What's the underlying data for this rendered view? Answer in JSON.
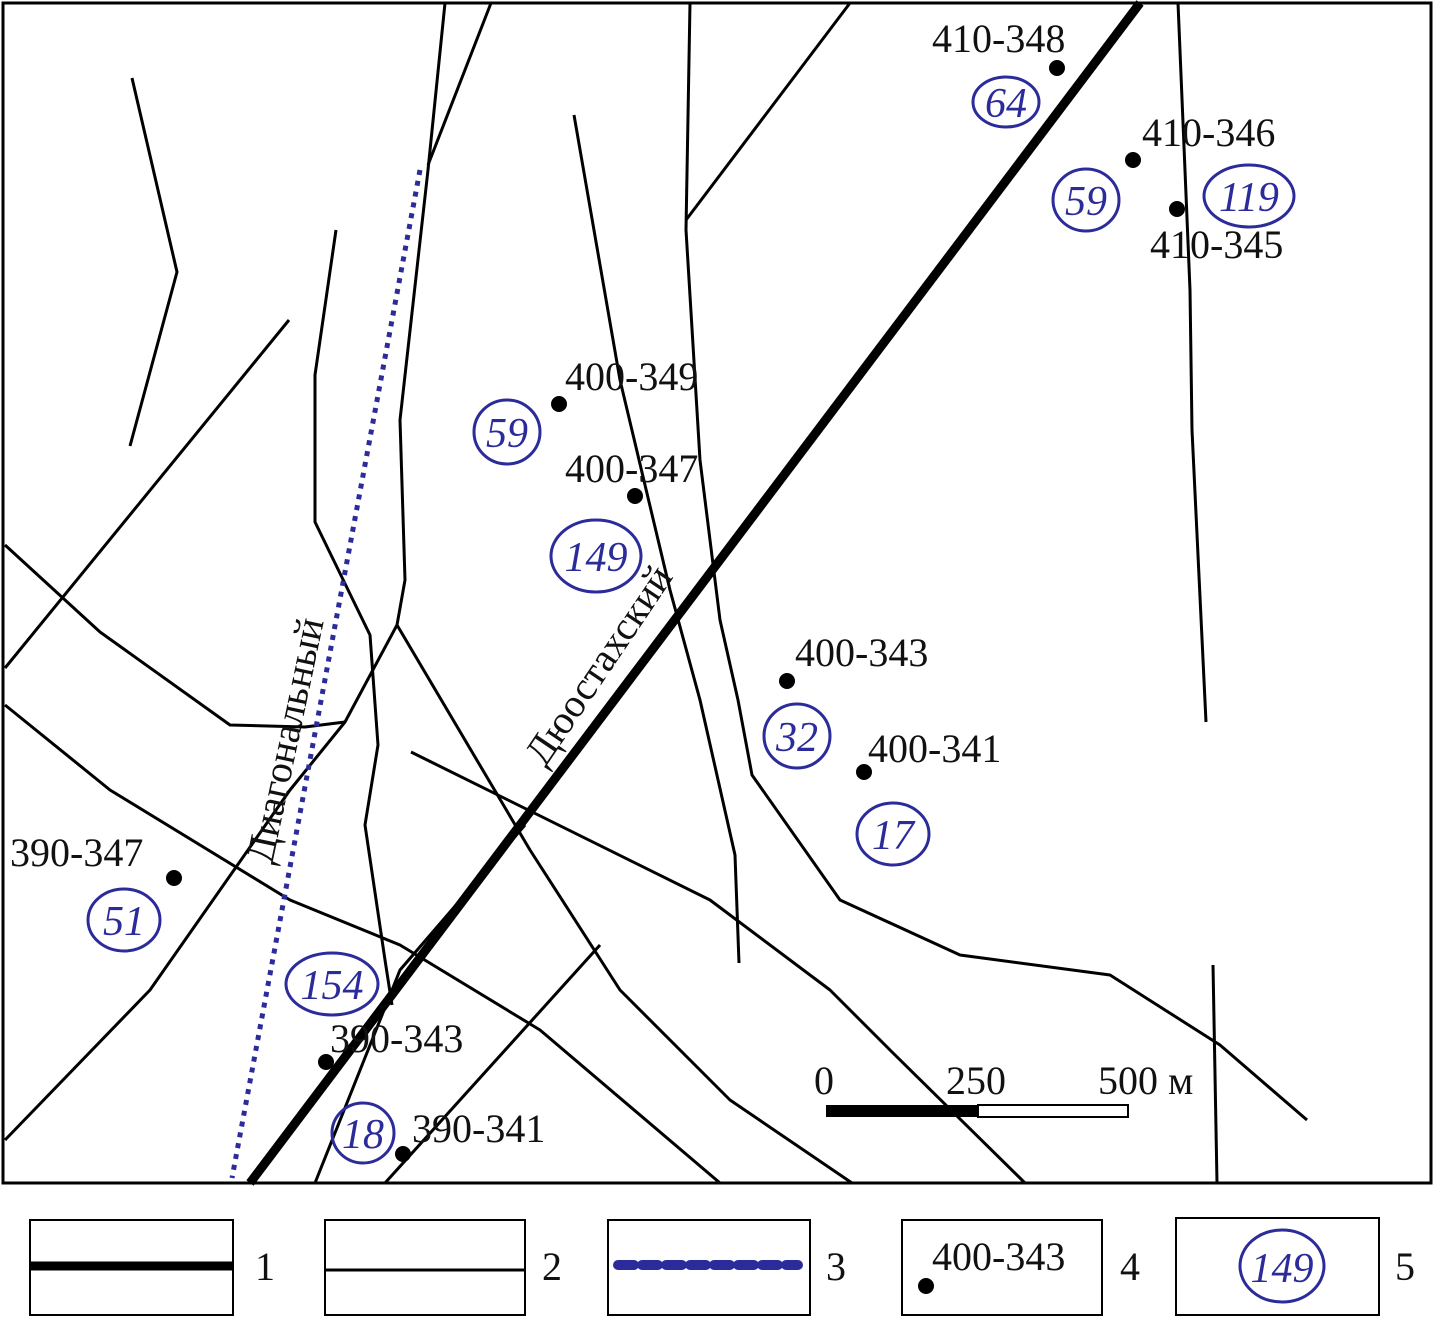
{
  "map": {
    "fault_names": {
      "diagonal": "Диагональный",
      "duostakh": "Дюостахский"
    },
    "wells": [
      {
        "id": "410-348",
        "value": "64"
      },
      {
        "id": "410-346",
        "value": "59"
      },
      {
        "id": "410-345",
        "value": "119"
      },
      {
        "id": "400-349",
        "value": "59"
      },
      {
        "id": "400-347",
        "value": "149"
      },
      {
        "id": "400-343",
        "value": "32"
      },
      {
        "id": "400-341",
        "value": "17"
      },
      {
        "id": "390-347",
        "value": "51"
      },
      {
        "id": "390-343",
        "value": "154"
      },
      {
        "id": "390-341",
        "value": "18"
      }
    ],
    "scale": {
      "ticks": [
        "0",
        "250",
        "500 м"
      ]
    }
  },
  "legend": [
    {
      "num": "1"
    },
    {
      "num": "2"
    },
    {
      "num": "3"
    },
    {
      "num": "4",
      "sample": "400-343"
    },
    {
      "num": "5",
      "sample": "149"
    }
  ],
  "colors": {
    "accent": "#2b2b9a",
    "line": "#000000"
  }
}
